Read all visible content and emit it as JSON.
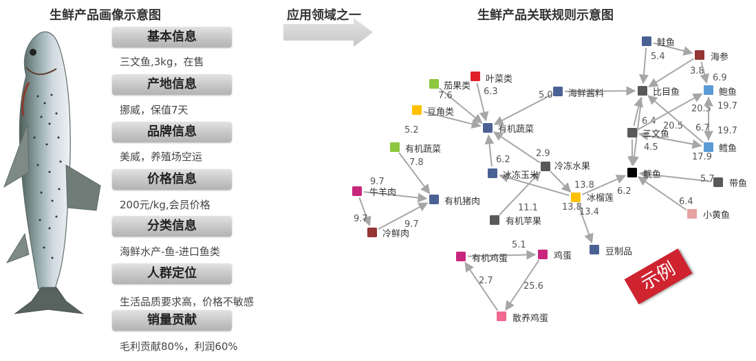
{
  "left": {
    "title": "生鲜产品画像示意图",
    "sections": [
      {
        "header": "基本信息",
        "text": "三文鱼,3kg，在售"
      },
      {
        "header": "产地信息",
        "text": "挪威，保值7天"
      },
      {
        "header": "品牌信息",
        "text": "美威，养殖场空运"
      },
      {
        "header": "价格信息",
        "text": "200元/kg,会员价格"
      },
      {
        "header": "分类信息",
        "text": "海鲜水产-鱼-进口鱼类"
      },
      {
        "header": "人群定位",
        "text": "生活品质要求高，价格不敏感"
      },
      {
        "header": "销量贡献",
        "text": "毛利贡献80%，利润60%"
      }
    ]
  },
  "middle": {
    "title": "应用领域之一"
  },
  "right": {
    "title": "生鲜产品关联规则示意图",
    "stamp": "示例"
  },
  "graph": {
    "nodes": [
      {
        "id": "qieguo",
        "label": "茄果类",
        "color": "#8dc63f"
      },
      {
        "id": "yecai",
        "label": "叶菜类",
        "color": "#e0202b"
      },
      {
        "id": "doujiao",
        "label": "豆角类",
        "color": "#ffc000"
      },
      {
        "id": "youjishucai",
        "label": "有机蔬菜",
        "color": "#4a6194"
      },
      {
        "id": "youjishucai2",
        "label": "有机蔬菜",
        "color": "#8dc63f"
      },
      {
        "id": "haixianjiang",
        "label": "海鲜酱料",
        "color": "#4a6194"
      },
      {
        "id": "bingdongyumi",
        "label": "冰冻玉米",
        "color": "#4a6194"
      },
      {
        "id": "lengdongshuiguo",
        "label": "冷冻水果",
        "color": "#595959"
      },
      {
        "id": "niuyangrou",
        "label": "牛羊肉",
        "color": "#c8267d"
      },
      {
        "id": "youjizhurou",
        "label": "有机猪肉",
        "color": "#4a6194"
      },
      {
        "id": "lengxianrou",
        "label": "冷鲜肉",
        "color": "#943634"
      },
      {
        "id": "youjipingguo",
        "label": "有机苹果",
        "color": "#595959"
      },
      {
        "id": "binliulian",
        "label": "冰榴莲",
        "color": "#ffc000"
      },
      {
        "id": "douzhipin",
        "label": "豆制品",
        "color": "#4a6194"
      },
      {
        "id": "youjijidan",
        "label": "有机鸡蛋",
        "color": "#c8267d"
      },
      {
        "id": "jidan",
        "label": "鸡蛋",
        "color": "#c8267d"
      },
      {
        "id": "sanyangjidan",
        "label": "散养鸡蛋",
        "color": "#f0688f"
      },
      {
        "id": "guiyu",
        "label": "鲑鱼",
        "color": "#4a6194"
      },
      {
        "id": "haishen",
        "label": "海参",
        "color": "#943634"
      },
      {
        "id": "bimuyu",
        "label": "比目鱼",
        "color": "#595959"
      },
      {
        "id": "baoyu",
        "label": "鲍鱼",
        "color": "#5b9bd5"
      },
      {
        "id": "sanwenyu",
        "label": "三文鱼",
        "color": "#595959"
      },
      {
        "id": "xueyu",
        "label": "鳕鱼",
        "color": "#5b9bd5"
      },
      {
        "id": "youyu",
        "label": "鱿鱼",
        "color": "#000000"
      },
      {
        "id": "daiyu",
        "label": "带鱼",
        "color": "#595959"
      },
      {
        "id": "xiaohuangyu",
        "label": "小黄鱼",
        "color": "#e6a3a3"
      }
    ],
    "edges": [
      {
        "from": "qieguo",
        "to": "youjishucai",
        "weight": "7.6"
      },
      {
        "from": "yecai",
        "to": "youjishucai",
        "weight": "6.3"
      },
      {
        "from": "doujiao",
        "to": "youjishucai",
        "weight": "5.2"
      },
      {
        "from": "haixianjiang",
        "to": "youjishucai",
        "weight": "5.0"
      },
      {
        "from": "bingdongyumi",
        "to": "youjishucai",
        "weight": "6.2"
      },
      {
        "from": "lengdongshuiguo",
        "to": "youjishucai",
        "weight": "2.9"
      },
      {
        "from": "youjishucai2",
        "to": "youjizhurou",
        "weight": "7.8"
      },
      {
        "from": "niuyangrou",
        "to": "youjizhurou",
        "weight": "9.7"
      },
      {
        "from": "niuyangrou",
        "to": "lengxianrou",
        "weight": "9.7"
      },
      {
        "from": "lengxianrou",
        "to": "youjizhurou",
        "weight": "9.7"
      },
      {
        "from": "youjipingguo",
        "to": "lengdongshuiguo",
        "weight": "11.1"
      },
      {
        "from": "binliulian",
        "to": "bingdongyumi",
        "weight": "13.8"
      },
      {
        "from": "lengdongshuiguo",
        "to": "binliulian",
        "weight": "13.8"
      },
      {
        "from": "binliulian",
        "to": "douzhipin",
        "weight": "13.4"
      },
      {
        "from": "binliulian",
        "to": "youyu",
        "weight": "6.2"
      },
      {
        "from": "youjijidan",
        "to": "jidan",
        "weight": "5.1"
      },
      {
        "from": "jidan",
        "to": "sanyangjidan",
        "weight": "25.6"
      },
      {
        "from": "sanyangjidan",
        "to": "youjijidan",
        "weight": "2.7"
      },
      {
        "from": "guiyu",
        "to": "haishen",
        "weight": "5.4"
      },
      {
        "from": "guiyu",
        "to": "bimuyu",
        "weight": ""
      },
      {
        "from": "haishen",
        "to": "bimuyu",
        "weight": "3.8"
      },
      {
        "from": "haishen",
        "to": "baoyu",
        "weight": "6.9"
      },
      {
        "from": "haixianjiang",
        "to": "bimuyu",
        "weight": ""
      },
      {
        "from": "sanwenyu",
        "to": "bimuyu",
        "weight": "6.4"
      },
      {
        "from": "sanwenyu",
        "to": "baoyu",
        "weight": "20.5"
      },
      {
        "from": "sanwenyu",
        "to": "xueyu",
        "weight": "20.5"
      },
      {
        "from": "baoyu",
        "to": "xueyu",
        "weight": "19.7"
      },
      {
        "from": "xueyu",
        "to": "baoyu",
        "weight": "19.7"
      },
      {
        "from": "xueyu",
        "to": "bimuyu",
        "weight": "6.7"
      },
      {
        "from": "sanwenyu",
        "to": "youyu",
        "weight": "4.5"
      },
      {
        "from": "bimuyu",
        "to": "youyu",
        "weight": ""
      },
      {
        "from": "xueyu",
        "to": "sanwenyu",
        "weight": "17.9"
      },
      {
        "from": "daiyu",
        "to": "youyu",
        "weight": "5.7"
      },
      {
        "from": "xiaohuangyu",
        "to": "youyu",
        "weight": "6.4"
      }
    ]
  }
}
